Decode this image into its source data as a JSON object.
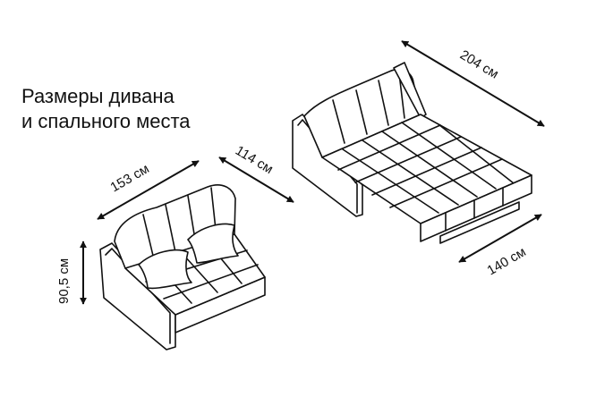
{
  "title": {
    "line1": "Размеры дивана",
    "line2": "и спального места"
  },
  "dimensions": {
    "sofa_width": "153 см",
    "sofa_depth": "114 см",
    "sofa_height": "90,5 см",
    "bed_length": "204 см",
    "bed_width": "140 см"
  },
  "colors": {
    "line": "#111111",
    "background": "#ffffff"
  }
}
